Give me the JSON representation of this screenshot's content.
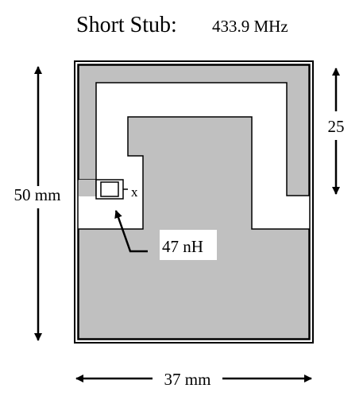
{
  "title": {
    "label": "Short Stub:",
    "frequency": "433.9 MHz"
  },
  "dimensions": {
    "height": "50 mm",
    "width": "37 mm",
    "stub_length": "25"
  },
  "component": {
    "inductor_label": "47 nH",
    "feed_marker": "x"
  },
  "colors": {
    "conductor": "#c0c0c0",
    "outline": "#000000",
    "background": "#ffffff"
  }
}
